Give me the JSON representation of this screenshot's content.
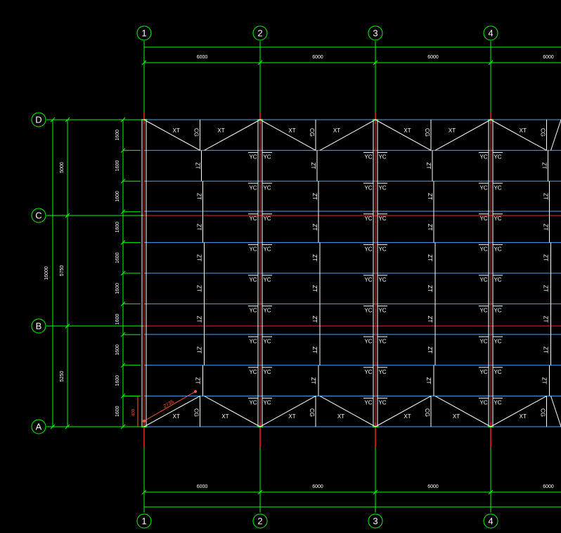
{
  "grid_columns": [
    "1",
    "2",
    "3",
    "4"
  ],
  "grid_rows": [
    "D",
    "C",
    "B",
    "A"
  ],
  "top_dimensions": [
    "6000",
    "6000",
    "6000",
    "6000"
  ],
  "bottom_dimensions": [
    "6000",
    "6000",
    "6000",
    "6000"
  ],
  "left_outer_total": "16000",
  "left_segment_dims": [
    "5000",
    "5750",
    "5250"
  ],
  "purlin_spacing": "1600",
  "purlin_spacing_count": 10,
  "labels": {
    "brace": "XT",
    "tie": "CG",
    "purlin": "ZT",
    "column_brace": "YC"
  },
  "annotation": {
    "diagonal_length": "2735",
    "offset": "400"
  },
  "colors": {
    "background": "#000000",
    "grid_line": "#00ff00",
    "purlin_line": "#4aa3ff",
    "member": "#ffffff",
    "axis_red": "#ff2020",
    "dim_text": "#ffffff",
    "annotation": "#ff5a3c"
  }
}
